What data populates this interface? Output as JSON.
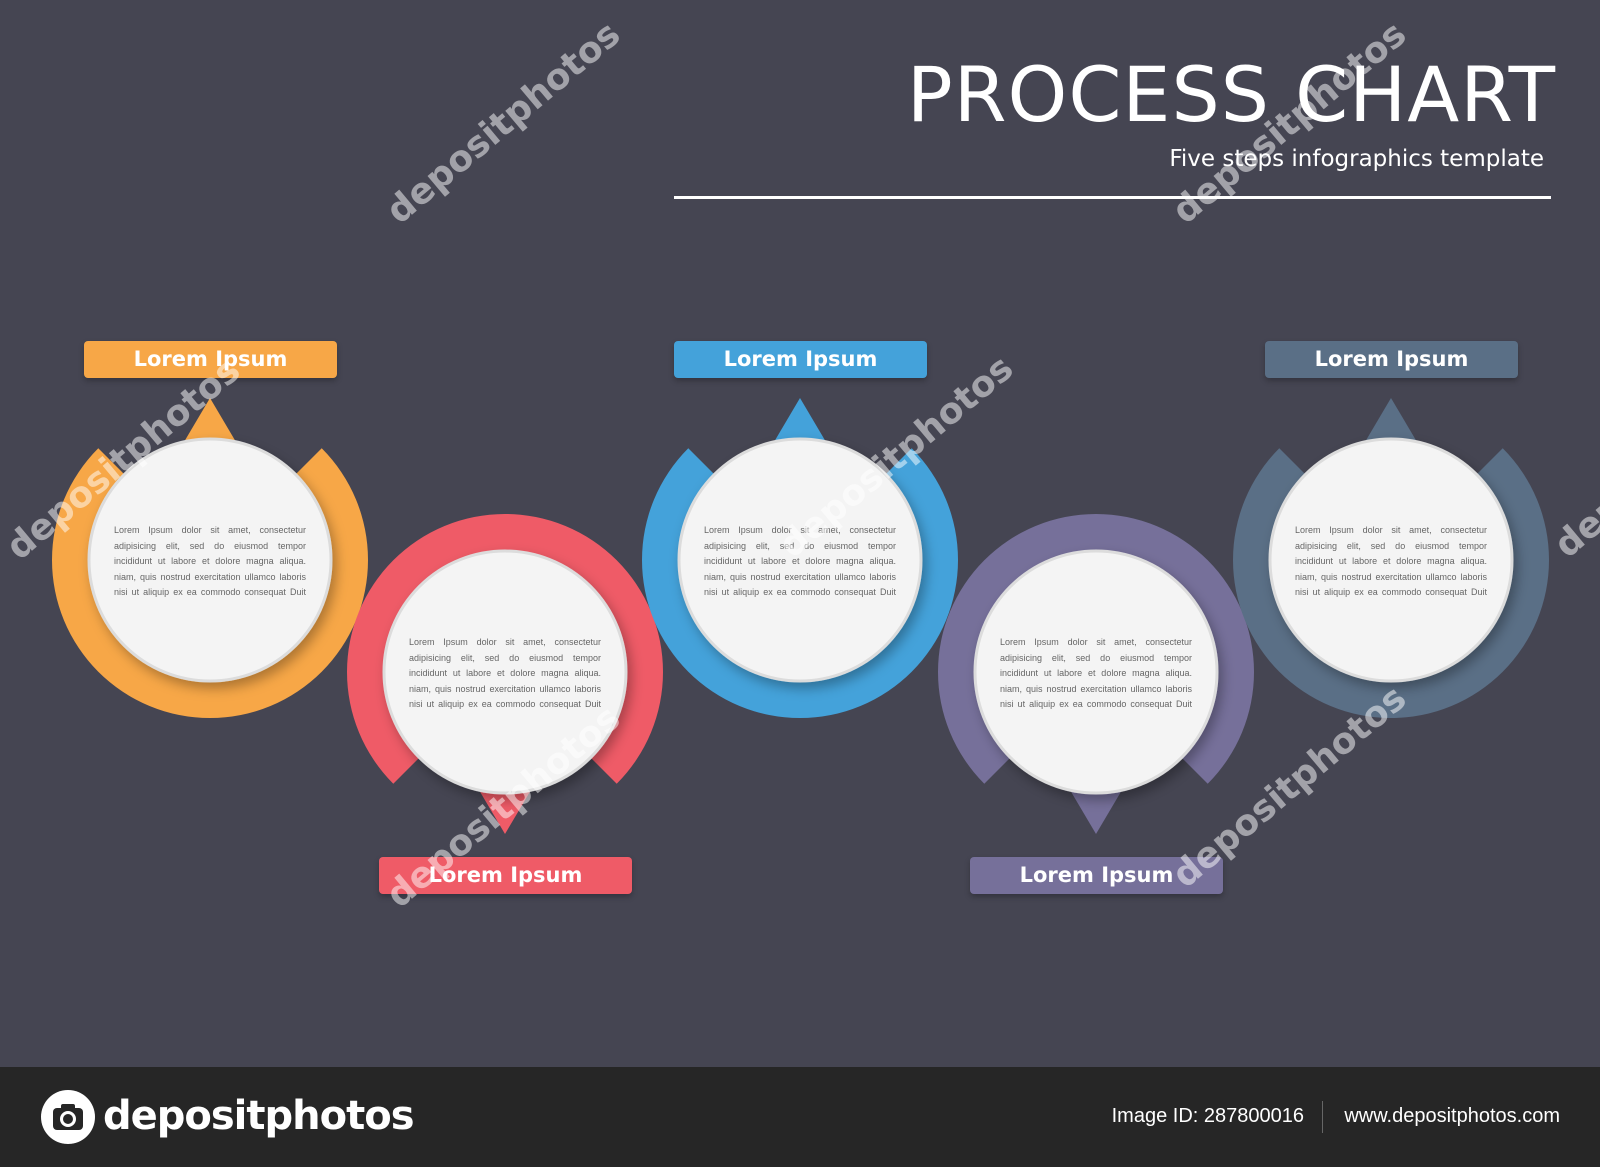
{
  "header": {
    "title": "PROCESS CHART",
    "subtitle": "Five steps infographics template"
  },
  "steps": [
    {
      "label": "Lorem Ipsum",
      "color": "#f7a747",
      "text": "Lorem Ipsum dolor sit amet, consectetur adipisicing elit, sed do eiusmod tempor incididunt ut labore et dolore magna aliqua. niam, quis nostrud exercitation ullamco laboris nisi ut aliquip ex ea commodo consequat Duit"
    },
    {
      "label": "Lorem Ipsum",
      "color": "#ef5b67",
      "text": "Lorem Ipsum dolor sit amet, consectetur adipisicing elit, sed do eiusmod tempor incididunt ut labore et dolore magna aliqua. niam, quis nostrud exercitation ullamco laboris nisi ut aliquip ex ea commodo consequat Duit"
    },
    {
      "label": "Lorem Ipsum",
      "color": "#44a2da",
      "text": "Lorem Ipsum dolor sit amet, consectetur adipisicing elit, sed do eiusmod tempor incididunt ut labore et dolore magna aliqua. niam, quis nostrud exercitation ullamco laboris nisi ut aliquip ex ea commodo consequat Duit"
    },
    {
      "label": "Lorem Ipsum",
      "color": "#76709a",
      "text": "Lorem Ipsum dolor sit amet, consectetur adipisicing elit, sed do eiusmod tempor incididunt ut labore et dolore magna aliqua. niam, quis nostrud exercitation ullamco laboris nisi ut aliquip ex ea commodo consequat Duit"
    },
    {
      "label": "Lorem Ipsum",
      "color": "#5a6f86",
      "text": "Lorem Ipsum dolor sit amet, consectetur adipisicing elit, sed do eiusmod tempor incididunt ut labore et dolore magna aliqua. niam, quis nostrud exercitation ullamco laboris nisi ut aliquip ex ea commodo consequat Duit"
    }
  ],
  "watermark": "depositphotos",
  "footer": {
    "brand": "depositphotos",
    "image_id": "Image ID: 287800016",
    "url": "www.depositphotos.com"
  },
  "colors": {
    "background": "#454552",
    "footer": "#262626",
    "circle_fill": "#f4f4f4"
  }
}
